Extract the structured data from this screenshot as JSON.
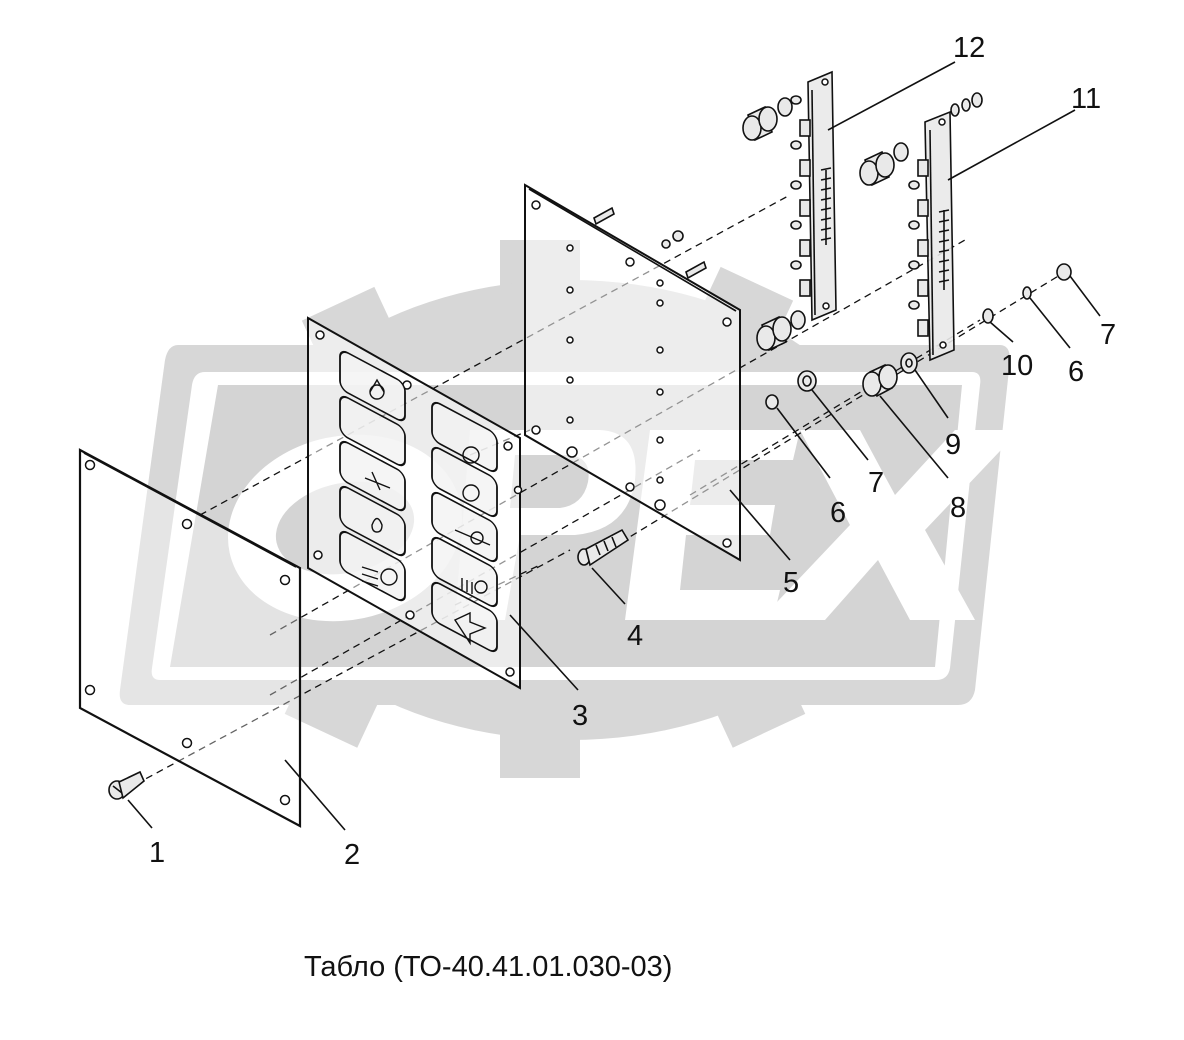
{
  "watermark": {
    "text": "OPEX"
  },
  "callouts": {
    "c1": "1",
    "c2": "2",
    "c3": "3",
    "c4": "4",
    "c5": "5",
    "c6a": "6",
    "c6b": "6",
    "c7a": "7",
    "c7b": "7",
    "c8": "8",
    "c9": "9",
    "c10": "10",
    "c11": "11",
    "c12": "12"
  },
  "caption": "Табло (ТО-40.41.01.030-03)"
}
